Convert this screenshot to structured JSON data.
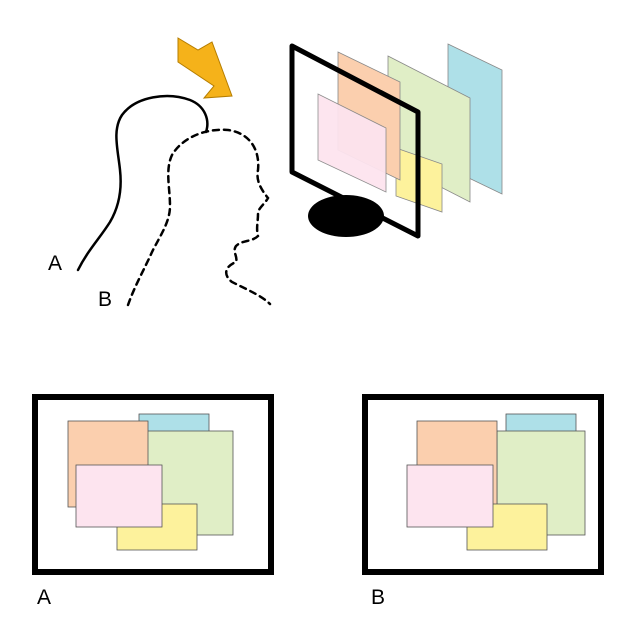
{
  "labels": {
    "head_a": "A",
    "head_b": "B",
    "view_a": "A",
    "view_b": "B"
  },
  "colors": {
    "arrow": "#f5b21a",
    "pink": "#fde4ef",
    "orange": "#fbcfae",
    "green": "#e0eec6",
    "blue": "#aee0e8",
    "yellow": "#fdf29c",
    "outline": "#000000"
  },
  "icons": {
    "viewpoint_arrow": "arrow-icon",
    "monitor": "monitor-icon"
  }
}
